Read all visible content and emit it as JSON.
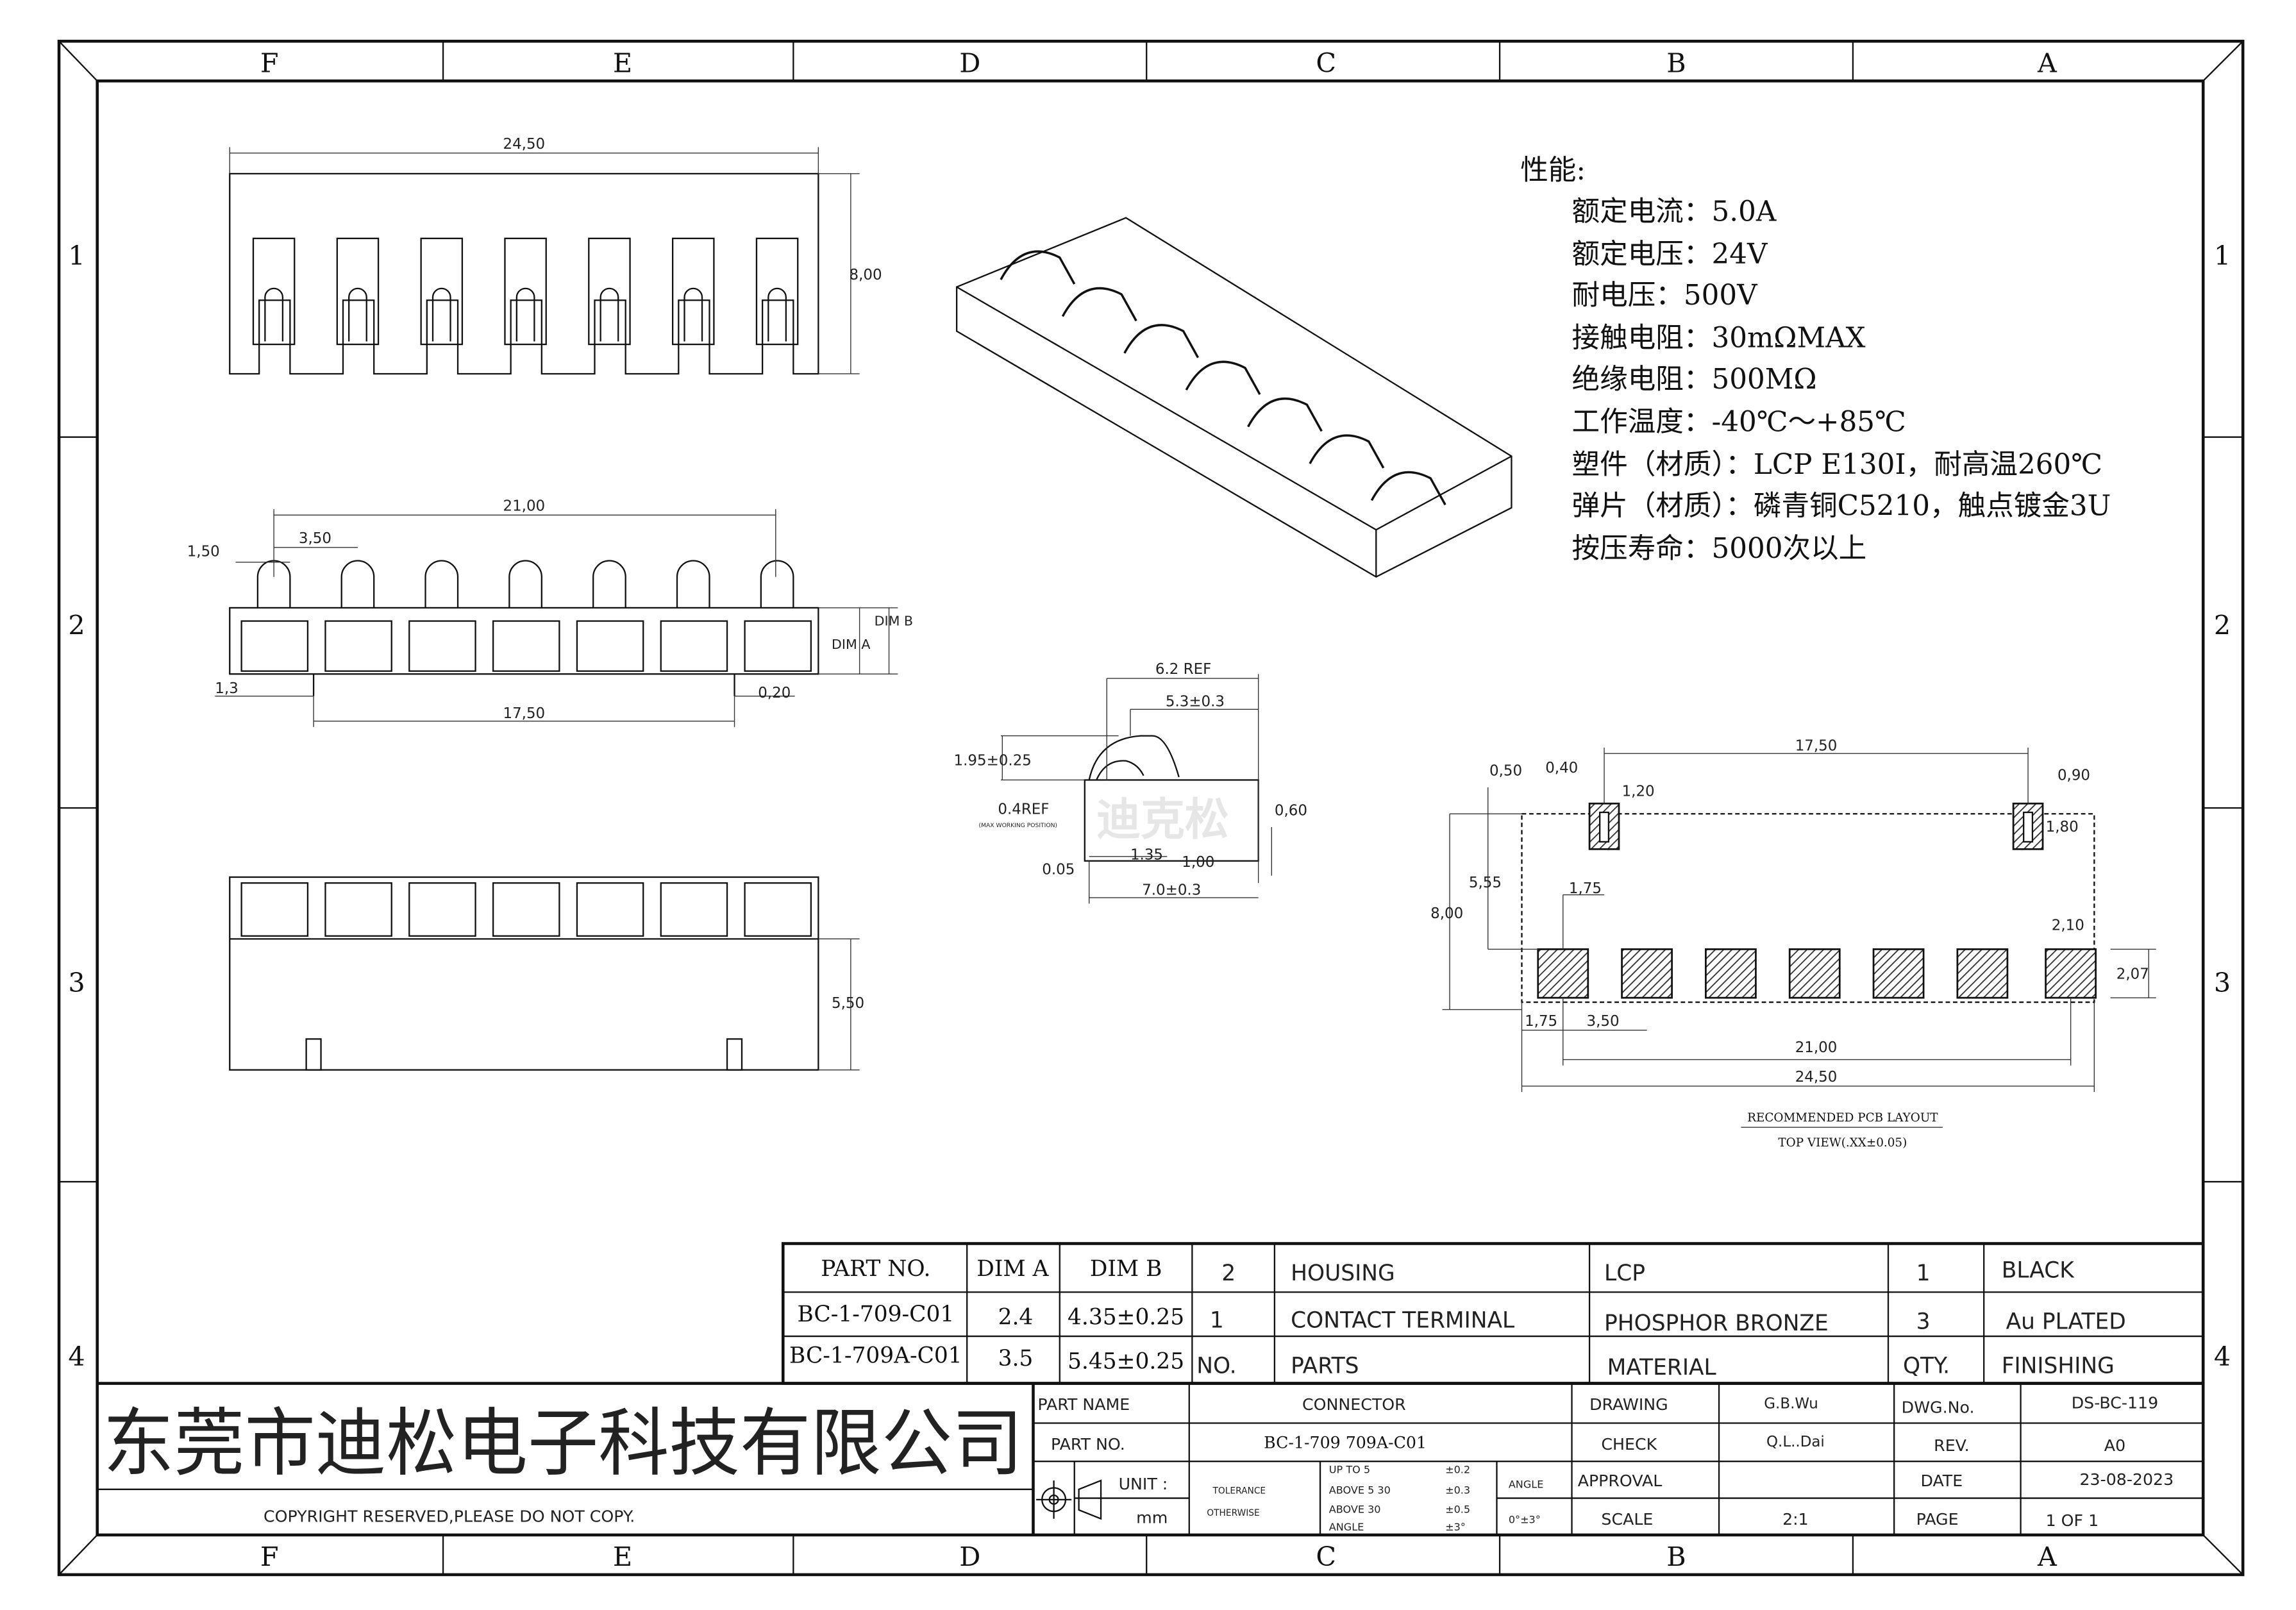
{
  "frame": {
    "columns": [
      "F",
      "E",
      "D",
      "C",
      "B",
      "A"
    ],
    "rows": [
      "1",
      "2",
      "3",
      "4"
    ]
  },
  "specs": {
    "heading": "性能:",
    "items": [
      "额定电流：5.0A",
      "额定电压：24V",
      "耐电压：500V",
      "接触电阻：30mΩMAX",
      "绝缘电阻：500MΩ",
      "工作温度：-40℃～+85℃",
      "塑件（材质）：LCP E130I，耐高温260℃",
      "弹片（材质）：磷青铜C5210，触点镀金3U",
      "按压寿命：5000次以上"
    ]
  },
  "top_view": {
    "width": "24,50",
    "height": "8,00"
  },
  "front_view": {
    "span": "21,00",
    "pitch": "3,50",
    "pin": "1,50",
    "dim_b": "DIM B",
    "dim_a": "DIM A",
    "offset": "1,3",
    "pin_span": "17,50",
    "pin_w": "0,20"
  },
  "bottom_view": {
    "height": "5,50"
  },
  "side_view": {
    "ref": "6.2 REF",
    "d1": "5.3±0.3",
    "h1": "1.95±0.25",
    "ref2": "0.4REF",
    "note": "(MAX WORKING POSITION)",
    "d2": "0,60",
    "d3": "0.05",
    "d4": "1.35",
    "d5": "1,00",
    "d6": "7.0±0.3",
    "watermark": "迪克松"
  },
  "pcb": {
    "d_1750": "17,50",
    "d_050": "0,50",
    "d_040": "0,40",
    "d_120": "1,20",
    "d_090": "0,90",
    "d_180": "1,80",
    "d_555": "5,55",
    "d_800": "8,00",
    "d_175a": "1,75",
    "d_210": "2,10",
    "d_207": "2,07",
    "d_175b": "1,75",
    "d_350": "3,50",
    "d_2100": "21,00",
    "d_2450": "24,50",
    "title": "RECOMMENDED PCB LAYOUT",
    "subtitle": "TOP VIEW(.XX±0.05)"
  },
  "parts_table": {
    "rows": [
      [
        "PART NO.",
        "DIM A",
        "DIM B",
        "2",
        "HOUSING",
        "LCP",
        "1",
        "BLACK"
      ],
      [
        "BC-1-709-C01",
        "2.4",
        "4.35±0.25",
        "1",
        "CONTACT TERMINAL",
        "PHOSPHOR BRONZE",
        "3",
        "Au PLATED"
      ],
      [
        "BC-1-709A-C01",
        "3.5",
        "5.45±0.25",
        "NO.",
        "PARTS",
        "MATERIAL",
        "QTY.",
        "FINISHING"
      ]
    ]
  },
  "title_block": {
    "company": "东莞市迪松电子科技有限公司",
    "copyright": "COPYRIGHT RESERVED,PLEASE DO NOT COPY.",
    "part_name_label": "PART NAME",
    "part_name": "CONNECTOR",
    "part_no_label": "PART NO.",
    "part_no": "BC-1-709 709A-C01",
    "unit_label": "UNIT :",
    "unit": "mm",
    "tolerance": "TOLERANCE",
    "otherwise": "OTHERWISE",
    "tol_rows": [
      [
        "UP TO 5",
        "±0.2"
      ],
      [
        "ABOVE 5  30",
        "±0.3"
      ],
      [
        "ABOVE 30",
        "±0.5"
      ],
      [
        "ANGLE",
        "±3°"
      ]
    ],
    "angle_label": "ANGLE",
    "angle_value": "0°±3°",
    "drawing_label": "DRAWING",
    "drawing": "G.B.Wu",
    "check_label": "CHECK",
    "check": "Q.L..Dai",
    "approval_label": "APPROVAL",
    "scale_label": "SCALE",
    "scale": "2:1",
    "dwg_label": "DWG.No.",
    "dwg": "DS-BC-119",
    "rev_label": "REV.",
    "rev": "A0",
    "date_label": "DATE",
    "date": "23-08-2023",
    "page_label": "PAGE",
    "page": "1 OF 1"
  }
}
